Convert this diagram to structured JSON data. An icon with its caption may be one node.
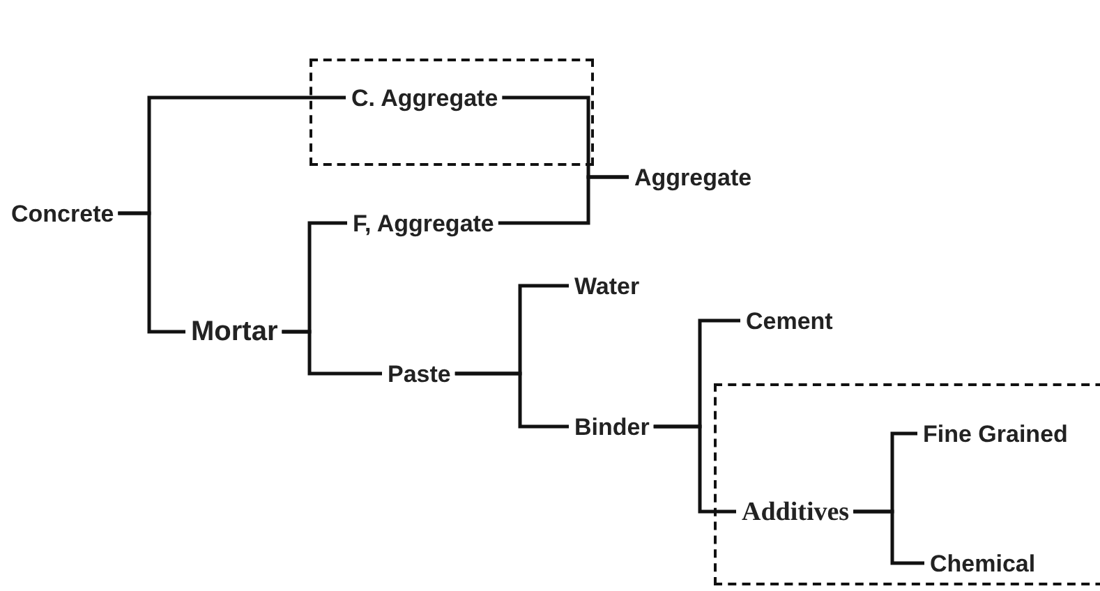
{
  "diagram": {
    "nodes": [
      {
        "text": [
          "Concrete"
        ]
      },
      {
        "text": [],
        "shape": "box"
      },
      {
        "text": [
          "C. Aggregate"
        ],
        "in": 1
      },
      {
        "text": [
          "Aggregate"
        ]
      },
      {
        "text": [
          "F, Aggregate"
        ]
      },
      {
        "text": [
          "Mortar"
        ]
      },
      {
        "text": [
          "Water"
        ]
      },
      {
        "text": [
          "Paste"
        ]
      },
      {
        "text": [
          "Cement"
        ]
      },
      {
        "text": [
          "Binder"
        ]
      },
      {
        "text": [],
        "shape": "box"
      },
      {
        "text": [
          "Fine Grained"
        ],
        "in": 10
      },
      {
        "text": [
          "Additives"
        ],
        "in": 10
      },
      {
        "text": [
          "Chemical"
        ],
        "in": 10
      }
    ],
    "edges": [
      {
        "from": 0,
        "to": 2,
        "arrow": "none"
      },
      {
        "from": 0,
        "to": 5,
        "arrow": "none"
      },
      {
        "from": 2,
        "to": 3,
        "arrow": "none"
      },
      {
        "from": 4,
        "to": 3,
        "arrow": "none"
      },
      {
        "from": 5,
        "to": 4,
        "arrow": "none"
      },
      {
        "from": 5,
        "to": 7,
        "arrow": "none"
      },
      {
        "from": 7,
        "to": 6,
        "arrow": "none"
      },
      {
        "from": 7,
        "to": 9,
        "arrow": "none"
      },
      {
        "from": 9,
        "to": 8,
        "arrow": "none"
      },
      {
        "from": 9,
        "to": 12,
        "arrow": "none"
      },
      {
        "from": 12,
        "to": 11,
        "arrow": "none"
      },
      {
        "from": 12,
        "to": 13,
        "arrow": "none"
      }
    ]
  }
}
